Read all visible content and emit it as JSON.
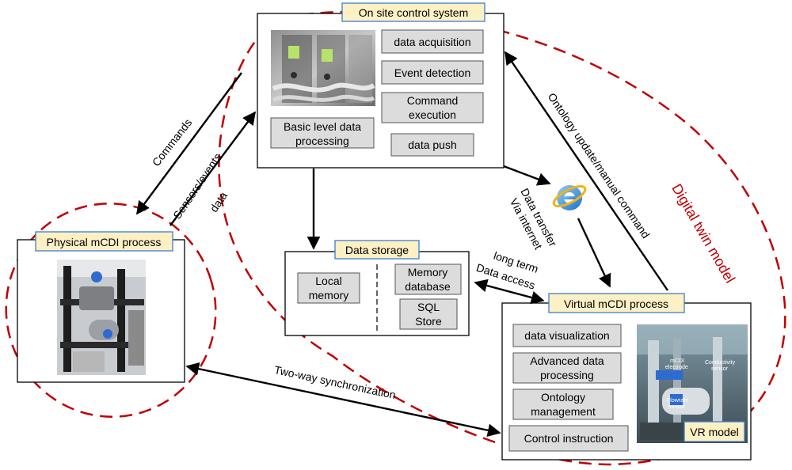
{
  "onsite": {
    "title": "On site control system",
    "tasks": {
      "acquisition": "data acquisition",
      "event_detection": "Event detection",
      "command_execution": [
        "Command",
        "execution"
      ],
      "basic_processing": [
        "Basic level data",
        "processing"
      ],
      "data_push": "data push"
    }
  },
  "physical": {
    "title": "Physical mCDI process"
  },
  "storage": {
    "title": "Data storage",
    "local_memory": [
      "Local",
      "memory"
    ],
    "memory_database": [
      "Memory",
      "database"
    ],
    "sql_store": [
      "SQL",
      "Store"
    ]
  },
  "virtual": {
    "title": "Virtual mCDI process",
    "tasks": {
      "visualization": "data visualization",
      "advanced_processing": [
        "Advanced data",
        "processing"
      ],
      "ontology_management": [
        "Ontology",
        "management"
      ],
      "control_instruction": "Control instruction"
    },
    "vr_model": "VR model",
    "vr_labels": [
      "mCDI",
      "electrode",
      "Conductivity",
      "sensor",
      "Flowrate",
      "sensor"
    ]
  },
  "arrows": {
    "commands": "Commands",
    "sensors_events": [
      "Sensors/events",
      "data"
    ],
    "data_transfer": [
      "Data transfer",
      "Via internet"
    ],
    "long_term": [
      "long term",
      "Data access"
    ],
    "ontology_update": "Ontology update/manual command",
    "two_way": "Two-way synchronization"
  },
  "digital_twin": "Digital twin model",
  "colors": {
    "title_fill": "#fdf0c4",
    "title_stroke": "#3a7fd0",
    "task_fill": "#dcdcdc",
    "twin_outline": "#c00000",
    "arrow": "#000000"
  },
  "icons": {
    "internet": "internet-explorer-icon",
    "control_photo": "control-panel-photo",
    "physical_photo": "mcdi-plant-photo",
    "vr_image": "vr-model-render"
  }
}
